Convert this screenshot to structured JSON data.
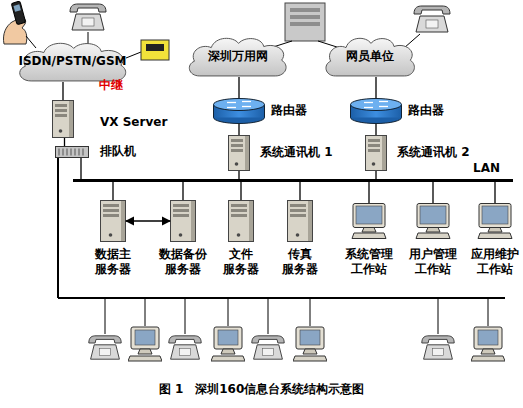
{
  "diagram": {
    "caption": "图 1　深圳160信息台系统结构示意图",
    "nodes": [
      {
        "text": [
          "ISDN/PSTN/GSM"
        ]
      },
      {
        "text": [
          "深圳万用网"
        ]
      },
      {
        "text": [
          "网员单位"
        ]
      },
      {
        "text": [
          "VX Server"
        ]
      },
      {
        "text": [
          "路由器"
        ]
      },
      {
        "text": [
          "路由器"
        ]
      },
      {
        "text": [
          "排队机"
        ]
      },
      {
        "text": [
          "系统通讯机 1"
        ]
      },
      {
        "text": [
          "系统通讯机 2"
        ]
      },
      {
        "text": [
          "LAN"
        ]
      },
      {
        "text": [
          "数据主 服务器"
        ]
      },
      {
        "text": [
          "数据备份 服务器"
        ]
      },
      {
        "text": [
          "文件 服务器"
        ]
      },
      {
        "text": [
          "传真 服务器"
        ]
      },
      {
        "text": [
          "系统管理 工作站"
        ]
      },
      {
        "text": [
          "用户管理 工作站"
        ]
      },
      {
        "text": [
          "应用维护 工作站"
        ]
      }
    ],
    "edges": [
      {
        "from": 0,
        "to": 3,
        "arrow": "none",
        "label": "中继"
      },
      {
        "from": 1,
        "to": 4,
        "arrow": "none"
      },
      {
        "from": 4,
        "to": 7,
        "arrow": "none"
      },
      {
        "from": 2,
        "to": 5,
        "arrow": "none"
      },
      {
        "from": 5,
        "to": 8,
        "arrow": "none"
      },
      {
        "from": 3,
        "to": 6,
        "arrow": "none"
      },
      {
        "from": 6,
        "to": 9,
        "arrow": "none"
      },
      {
        "from": 7,
        "to": 9,
        "arrow": "none"
      },
      {
        "from": 8,
        "to": 9,
        "arrow": "none"
      },
      {
        "from": 10,
        "to": 11,
        "arrow": "both"
      },
      {
        "from": 10,
        "to": 9,
        "arrow": "none"
      },
      {
        "from": 11,
        "to": 9,
        "arrow": "none"
      },
      {
        "from": 12,
        "to": 9,
        "arrow": "none"
      },
      {
        "from": 13,
        "to": 9,
        "arrow": "none"
      },
      {
        "from": 14,
        "to": 9,
        "arrow": "none"
      },
      {
        "from": 15,
        "to": 9,
        "arrow": "none"
      },
      {
        "from": 16,
        "to": 9,
        "arrow": "none"
      }
    ]
  }
}
